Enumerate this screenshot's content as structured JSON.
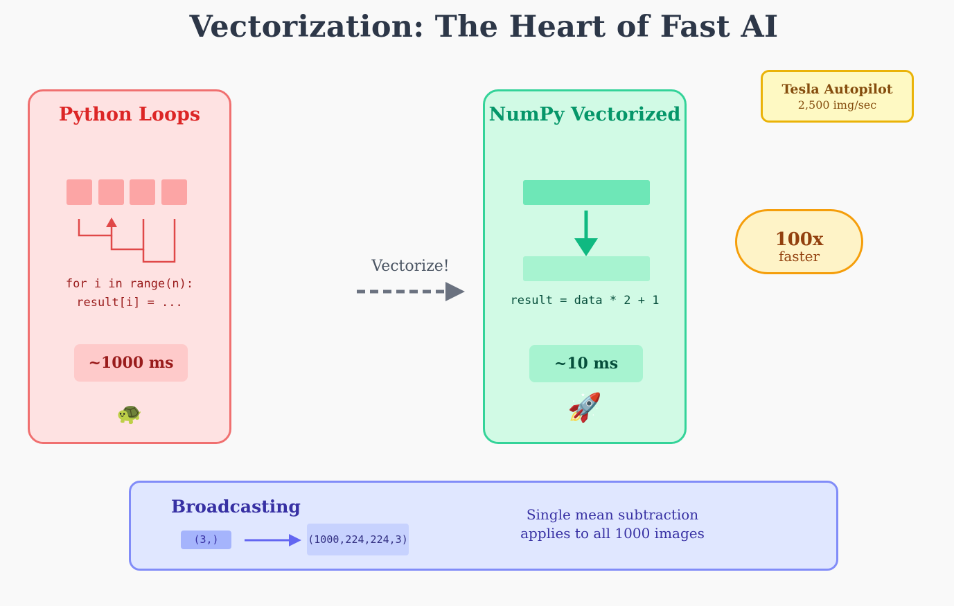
{
  "title": "Vectorization: The Heart of Fast AI",
  "python_panel": {
    "title": "Python Loops",
    "code_line1": "for i in range(n):",
    "code_line2": "result[i] = ...",
    "time": "~1000 ms",
    "emoji": "🐢",
    "colors": {
      "fill": "#fee2e2",
      "border": "#f07070",
      "accent": "#dc2626"
    }
  },
  "vectorize_arrow": {
    "label": "Vectorize!"
  },
  "numpy_panel": {
    "title": "NumPy Vectorized",
    "code": "result = data * 2 + 1",
    "time": "~10 ms",
    "emoji": "🚀",
    "colors": {
      "fill": "#d1fae5",
      "border": "#34d399",
      "accent": "#059669"
    }
  },
  "tesla_badge": {
    "name": "Tesla Autopilot",
    "rate": "2,500 img/sec"
  },
  "speedup_badge": {
    "value": "100x",
    "unit": "faster"
  },
  "broadcasting": {
    "title": "Broadcasting",
    "shape_small": "(3,)",
    "shape_large": "(1000,224,224,3)",
    "desc_line1": "Single mean subtraction",
    "desc_line2": "applies to all 1000 images"
  }
}
